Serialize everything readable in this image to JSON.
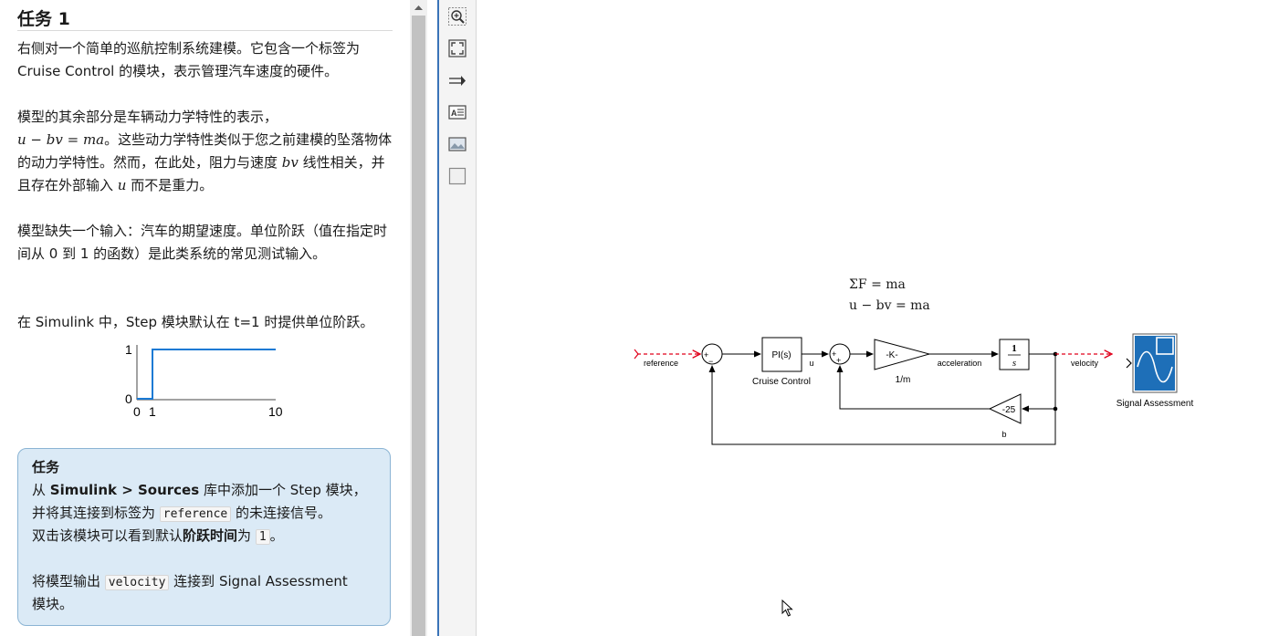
{
  "instructions": {
    "title": "任务 1",
    "p1": "右侧对一个简单的巡航控制系统建模。它包含一个标签为 Cruise Control 的模块，表示管理汽车速度的硬件。",
    "p2_line1": "模型的其余部分是车辆动力学特性的表示，",
    "p2_eq": "u − bv = ma",
    "p2_rest1": "。这些动力学特性类似于您之前建模的坠落物体的动力学特性。然而，在此处，阻力与速度",
    "p2_bv": "bv",
    "p2_rest2": "线性相关，并且存在外部输入",
    "p2_u": "u",
    "p2_rest3": "而不是重力。",
    "p3": "模型缺失一个输入：汽车的期望速度。单位阶跃（值在指定时间从 0 到 1 的函数）是此类系统的常见测试输入。",
    "p4": "在 Simulink 中，Step 模块默认在 t=1 时提供单位阶跃。",
    "step_plot": {
      "y_ticks": [
        "1",
        "0"
      ],
      "x_ticks": [
        "0",
        "1",
        "10"
      ],
      "color": "#1a7ad4"
    },
    "task_box": {
      "heading": "任务",
      "l1_a": "从 ",
      "l1_bold": "Simulink > Sources",
      "l1_b": " 库中添加一个 Step 模块，",
      "l2_a": "并将其连接到标签为 ",
      "l2_code": "reference",
      "l2_b": " 的未连接信号。",
      "l3_a": "双击该模块可以看到默认",
      "l3_bold": "阶跃时间",
      "l3_b": "为 ",
      "l3_code": "1",
      "l3_c": "。",
      "l4_a": "将模型输出 ",
      "l4_code": "velocity",
      "l4_b": " 连接到 Signal Assessment",
      "l5": "模块。"
    }
  },
  "palette": {
    "tools": [
      "zoom-in-icon",
      "fit-view-icon",
      "arrow-connect-icon",
      "annotation-icon",
      "image-icon",
      "area-icon"
    ]
  },
  "model": {
    "equation1": "ΣF = ma",
    "equation2": "u − bv = ma",
    "labels": {
      "reference": "reference",
      "u": "u",
      "acceleration": "acceleration",
      "velocity": "velocity",
      "b": "b"
    },
    "blocks": {
      "pi_text": "PI(s)",
      "pi_name": "Cruise Control",
      "gain_text": "-K-",
      "gain_name": "1/m",
      "int_num": "1",
      "int_den": "s",
      "fb_gain_text": "-25",
      "scope_name": "Signal Assessment"
    },
    "colors": {
      "unconnected": "#e0001b",
      "line": "#000000",
      "scope_blue": "#1e6fb8"
    }
  }
}
